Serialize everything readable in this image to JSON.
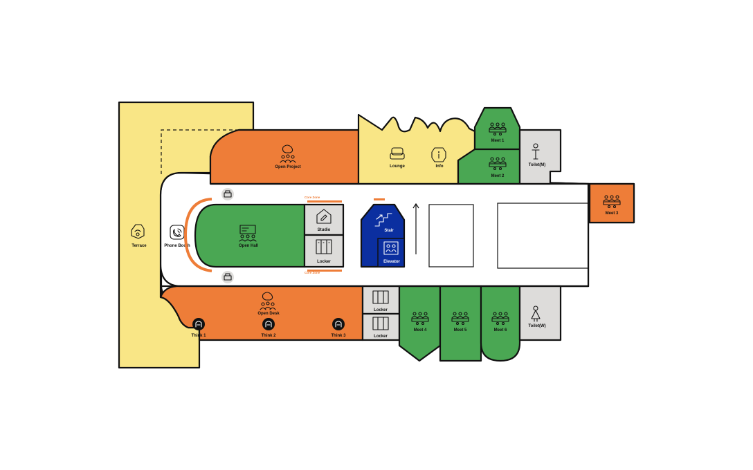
{
  "colors": {
    "yellow": "#f9e686",
    "orange": "#ee7d38",
    "green": "#4aa753",
    "gray": "#dddcda",
    "blue": "#0b2fa0",
    "outline": "#111111",
    "floor": "#ffffff"
  },
  "rooms": {
    "terrace": "Terrace",
    "open_project": "Open Project",
    "lounge": "Lounge",
    "info": "Info",
    "meet1": "Meet 1",
    "meet2": "Meet 2",
    "toilet_m": "Toilet(M)",
    "meet3": "Meet 3",
    "phone_booth": "Phone Booth",
    "open_hall": "Open Hall",
    "studio": "Studio",
    "locker_a": "Locker",
    "stair": "Stair",
    "elevator": "Elevator",
    "core_zone_top": "Core Zone",
    "core_zone_bottom": "Core Zone",
    "open_desk": "Open Desk",
    "think1": "Think 1",
    "think2": "Think 2",
    "think3": "Think 3",
    "locker_b": "Locker",
    "locker_c": "Locker",
    "meet4": "Meet 4",
    "meet5": "Meet 5",
    "meet6": "Meet 6",
    "toilet_w": "Toilet(W)"
  },
  "icons": [
    "sun-cloud-icon",
    "group-idea-icon",
    "sofa-icon",
    "info-icon",
    "meeting-table-icon",
    "person-icon",
    "phone-icon",
    "presentation-icon",
    "pen-house-icon",
    "locker-icon",
    "stairs-icon",
    "elevator-icon",
    "printer-icon",
    "think-booth-icon"
  ]
}
